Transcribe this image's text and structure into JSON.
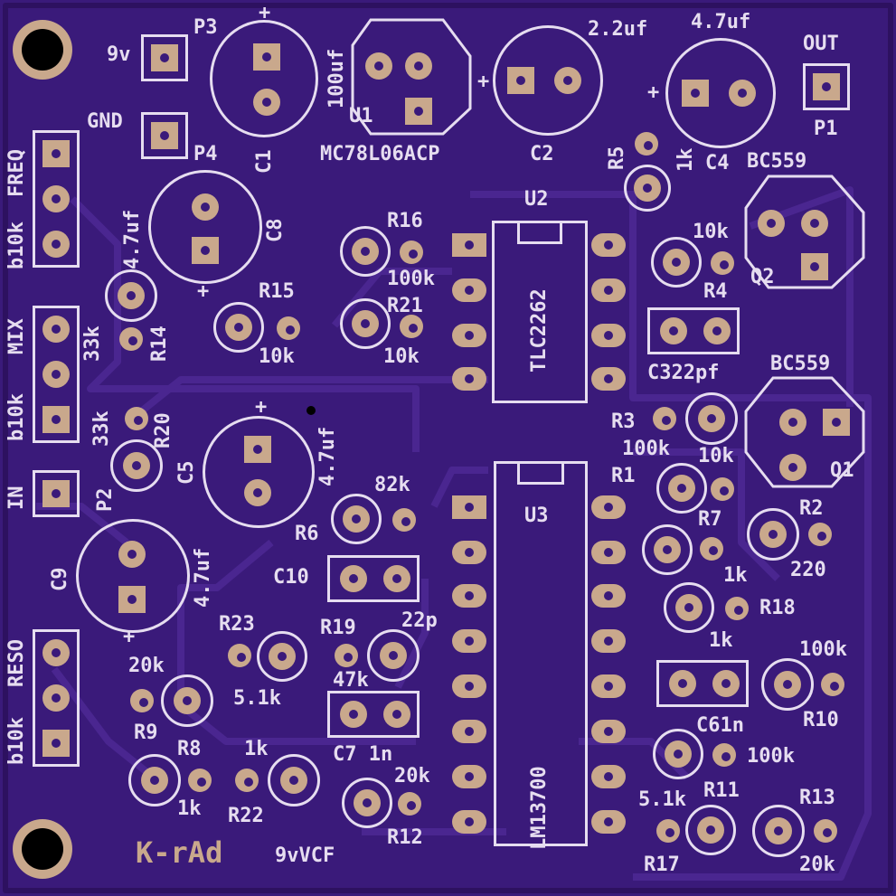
{
  "board": {
    "brand": "K-rAd",
    "project": "9vVCF"
  },
  "labels": {
    "p3": "P3",
    "v9": "9v",
    "gnd": "GND",
    "p4": "P4",
    "c1": "C1",
    "c1val": "100uf",
    "u1": "U1",
    "u1part": "MC78L06ACP",
    "c2val": "2.2uf",
    "c2": "C2",
    "c4val": "4.7uf",
    "c4": "C4",
    "out": "OUT",
    "p1": "P1",
    "r5": "R5",
    "r5val": "1k",
    "bc559a": "BC559",
    "q2": "Q2",
    "freq": "FREQ",
    "b10k1": "b10k",
    "c8val": "4.7uf",
    "c8": "C8",
    "r16": "R16",
    "r16val": "100k",
    "u2": "U2",
    "tlc": "TLC2262",
    "r4val": "10k",
    "r4": "R4",
    "r14val": "33k",
    "r14": "R14",
    "r15": "R15",
    "r15val": "10k",
    "r21": "R21",
    "r21val": "10k",
    "mix": "MIX",
    "b10k2": "b10k",
    "c3": "C322pf",
    "bc559b": "BC559",
    "r20val": "33k",
    "r20": "R20",
    "c5": "C5",
    "c5val": "4.7uf",
    "r3": "R3",
    "r3val": "100k",
    "r1val": "10k",
    "q1": "Q1",
    "in": "IN",
    "p2": "P2",
    "r6val": "82k",
    "r6": "R6",
    "u3": "U3",
    "r1": "R1",
    "r7": "R7",
    "c9": "C9",
    "c9val": "4.7uf",
    "c10": "C10",
    "r7val": "1k",
    "r2": "R2",
    "r2val": "220",
    "r18": "R18",
    "reso": "RESO",
    "b10k3": "b10k",
    "r23": "R23",
    "r19": "R19",
    "c10val": "22p",
    "r18val": "1k",
    "r10val": "100k",
    "r9val": "20k",
    "r23val": "5.1k",
    "r19val": "47k",
    "c6": "C61n",
    "r10": "R10",
    "r9": "R9",
    "c7": "C7 1n",
    "lm": "LM13700",
    "r8": "R8",
    "r22val": "1k",
    "r11val": "100k",
    "r8val": "1k",
    "r22": "R22",
    "r12val": "20k",
    "r11val5": "5.1k",
    "r11": "R11",
    "r13": "R13",
    "r12": "R12",
    "r17": "R17",
    "r13val": "20k",
    "plus": "+"
  },
  "colors": {
    "board": "#3a1a7a",
    "silk": "#e6ddf0",
    "copper": "#c9a88c",
    "trace": "#4a2690"
  }
}
